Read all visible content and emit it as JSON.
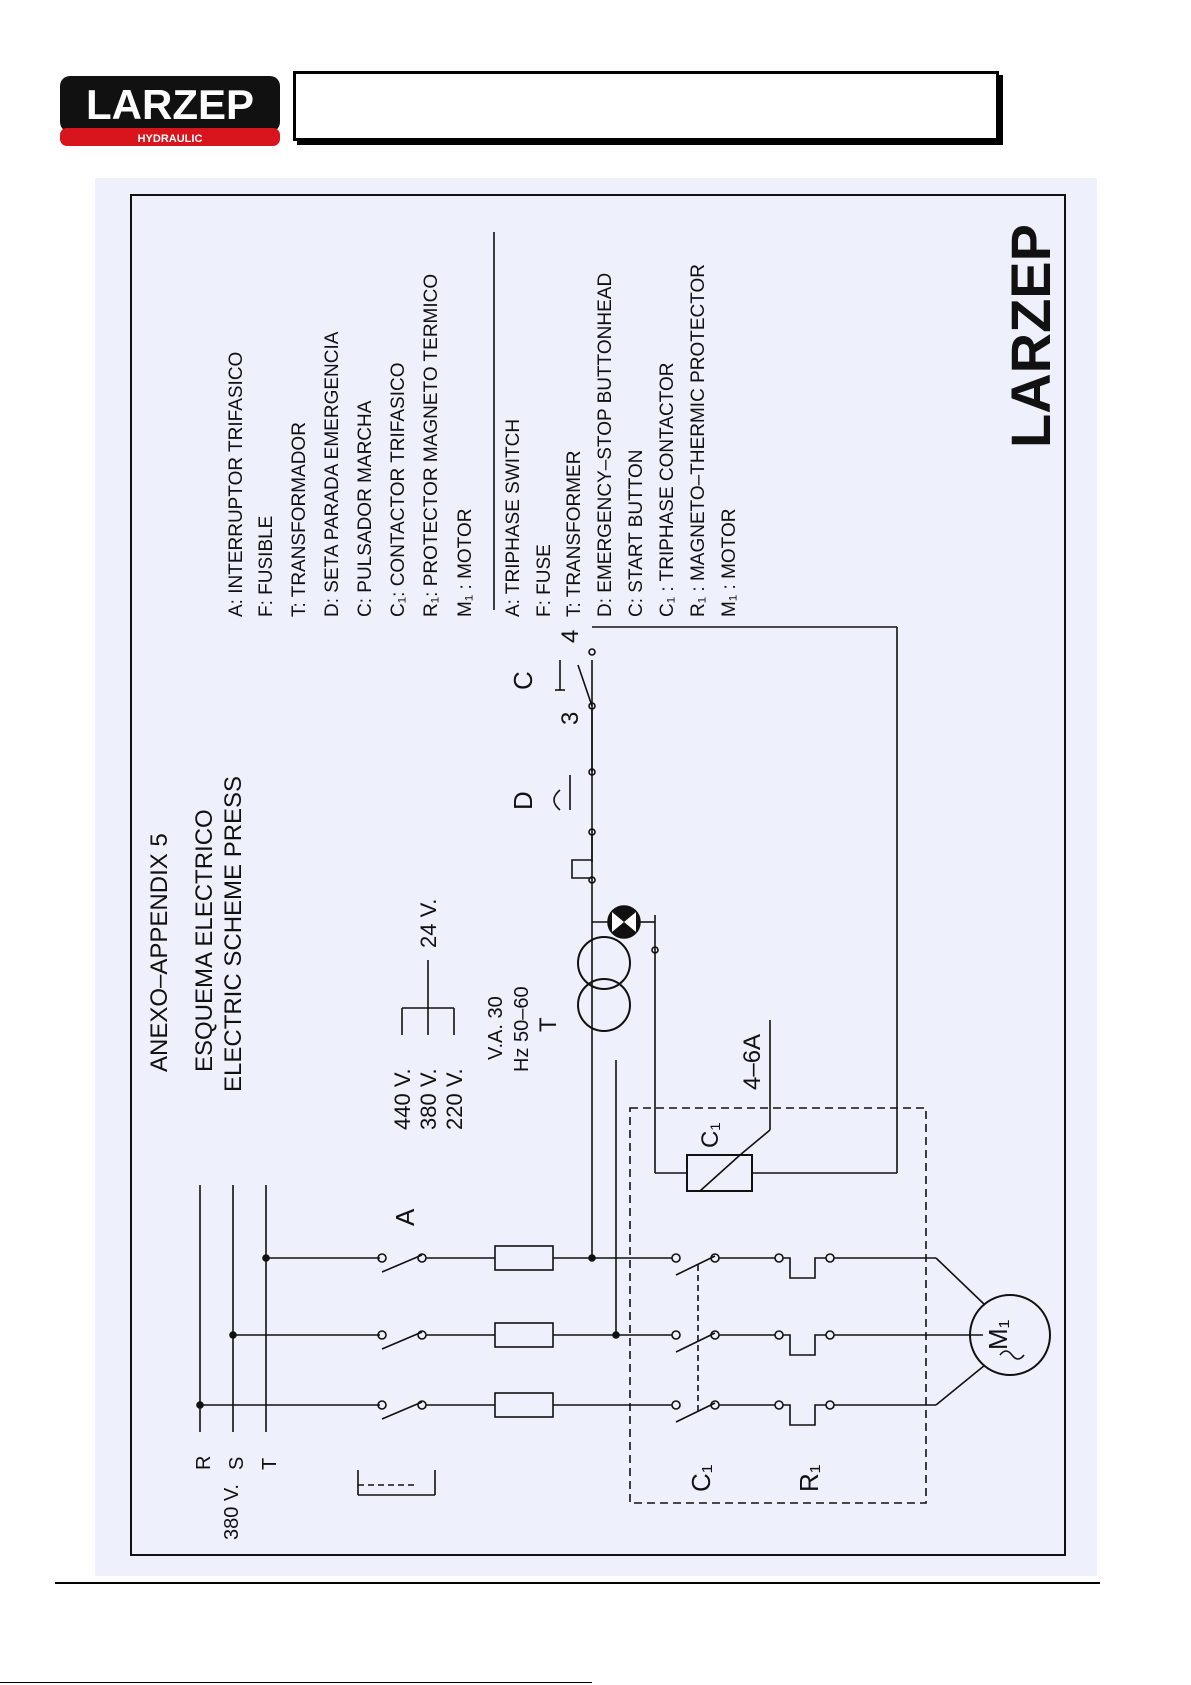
{
  "header": {
    "logo_text": "LARZEP",
    "logo_sub": "HYDRAULIC",
    "title_text": ""
  },
  "scheme": {
    "title": "ANEXO–APPENDIX 5",
    "subtitle_es": "ESQUEMA ELECTRICO",
    "subtitle_en": "ELECTRIC SCHEME PRESS",
    "brand": "LARZEP",
    "supply": {
      "voltage": "380 V.",
      "phase_labels": [
        "R",
        "S",
        "T"
      ]
    },
    "switch_label": "A",
    "inputs": {
      "v440": "440 V.",
      "v380": "380 V.",
      "v220": "220 V.",
      "output": "24 V."
    },
    "transformer": {
      "va": "V.A. 30",
      "hz": "Hz 50–60",
      "label": "T"
    },
    "fuse_rating": "4–6A",
    "contactor_label": "C₁",
    "protector_label": "R₁",
    "motor_label": "M₁",
    "emergency_label": "D",
    "start_label": "C",
    "term3": "3",
    "term4": "4",
    "legend_es": [
      "A:  INTERRUPTOR TRIFASICO",
      "F:  FUSIBLE",
      "T:  TRANSFORMADOR",
      "D:  SETA PARADA EMERGENCIA",
      "C:  PULSADOR MARCHA",
      "C₁:  CONTACTOR TRIFASICO",
      "R₁:  PROTECTOR MAGNETO TERMICO",
      "M₁ :  MOTOR"
    ],
    "legend_en": [
      "A:  TRIPHASE SWITCH",
      "F:  FUSE",
      "T:  TRANSFORMER",
      "D:  EMERGENCY–STOP BUTTONHEAD",
      "C:  START BUTTON",
      "C₁ :  TRIPHASE CONTACTOR",
      "R₁ :  MAGNETO–THERMIC PROTECTOR",
      "M₁ :  MOTOR"
    ]
  },
  "colors": {
    "logo_red": "#d8141c",
    "logo_black": "#111111",
    "scan_bg": "#eef0fb",
    "ink": "#111111"
  }
}
